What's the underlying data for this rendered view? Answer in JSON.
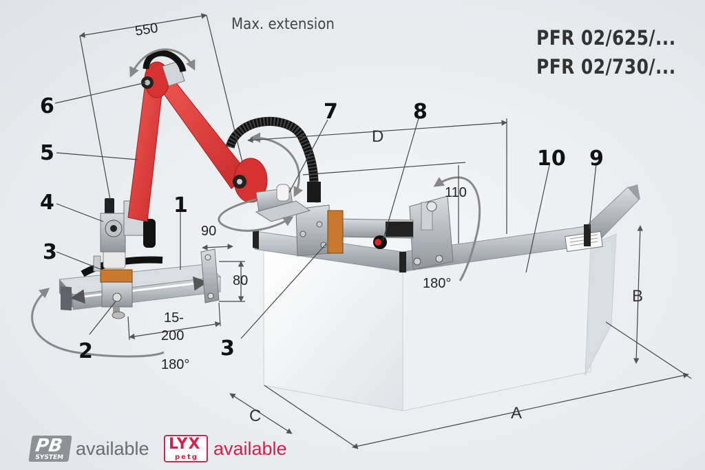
{
  "header": {
    "max_extension": "Max. extension",
    "model_line_1": "PFR 02/625/...",
    "model_line_2": "PFR 02/730/..."
  },
  "part_numbers": {
    "p1": "1",
    "p2": "2",
    "p3a": "3",
    "p3b": "3",
    "p4": "4",
    "p5": "5",
    "p6": "6",
    "p7": "7",
    "p8": "8",
    "p9": "9",
    "p10": "10"
  },
  "dimensions": {
    "d550": "550",
    "d90": "90",
    "d80": "80",
    "d15_line1": "15-",
    "d15_line2": "200",
    "d110": "110",
    "angle_left": "180°",
    "angle_right": "180°",
    "letter_a": "A",
    "letter_b": "B",
    "letter_c": "C",
    "letter_d": "D"
  },
  "footer": {
    "pb_logo_main": "PB",
    "pb_logo_sub": "SYSTEM",
    "pb_available": "available",
    "lyx_logo_main": "LYX",
    "lyx_logo_sub": "petg",
    "lyx_available": "available"
  },
  "colors": {
    "arm_red": "#e03a3a",
    "aluminium": "#b7bcc2",
    "shield_panel": "#f4f6f8",
    "lyx_magenta": "#d2204f",
    "pb_grey": "#8e9196"
  }
}
